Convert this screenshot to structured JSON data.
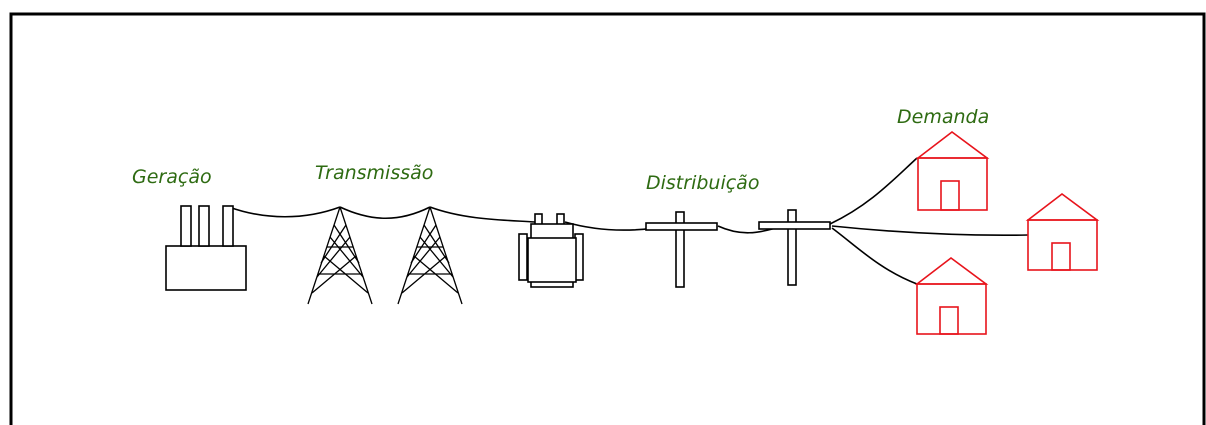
{
  "labels": {
    "generation": "Geração",
    "transmission": "Transmissão",
    "distribution": "Distribuição",
    "demand": "Demanda"
  },
  "colors": {
    "label": "#2e6b12",
    "equipment": "#000000",
    "house": "#e8141c",
    "frame": "#000000"
  }
}
